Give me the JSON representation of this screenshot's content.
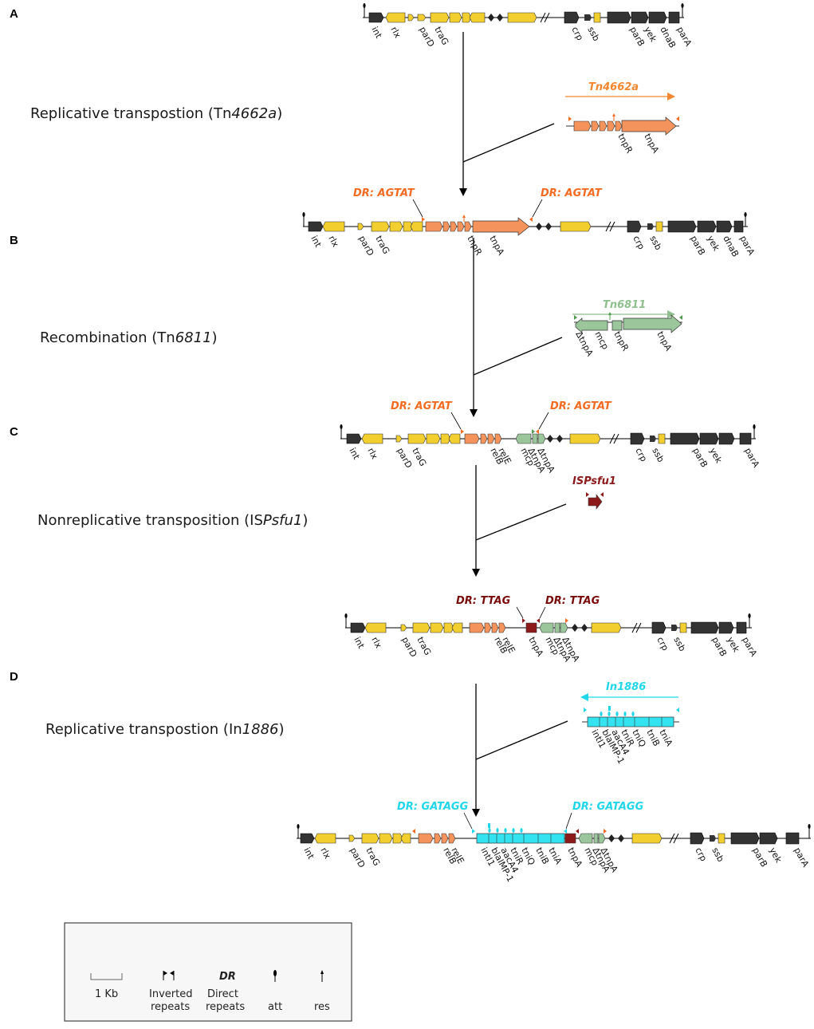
{
  "colors": {
    "backbone": "#2a2a2a",
    "yellow": "#f2cf2e",
    "orange": "#f4935b",
    "green": "#9bc59a",
    "darkred": "#8c1a1a",
    "cyan": "#33e3f0",
    "dr_orange": "#f26b21",
    "dr_darkred": "#7a0b0b",
    "dr_cyan": "#22d6ea",
    "tn4662a_title": "#f2872f",
    "tn6811_title": "#8fbf8e"
  },
  "panels": {
    "a": "A",
    "b": "B",
    "c": "C",
    "d": "D"
  },
  "steps": {
    "s1_prefix": "Replicative transpostion (Tn",
    "s1_italic": "4662a",
    "s1_suffix": ")",
    "s2_prefix": "Recombination (Tn",
    "s2_italic": "6811",
    "s2_suffix": ")",
    "s3_prefix": "Nonreplicative transposition (IS",
    "s3_italic": "Psfu1",
    "s3_suffix": ")",
    "s4_prefix": "Replicative transpostion (In",
    "s4_italic": "1886",
    "s4_suffix": ")"
  },
  "elements": {
    "tn4662a": "Tn4662a",
    "tn6811": "Tn6811",
    "ispsfu1": "ISPsfu1",
    "in1886": "In1886"
  },
  "dr": {
    "agtat": "DR: AGTAT",
    "ttag": "DR: TTAG",
    "gatagg": "DR: GATAGG"
  },
  "genes": {
    "int": "int",
    "rlx": "rlx",
    "parD": "parD",
    "traG": "traG",
    "crp": "crp",
    "ssb": "ssb",
    "parB": "parB",
    "yek": "yek",
    "dnaB": "dnaB",
    "parA": "parA",
    "tnpR": "tnpR",
    "tnpA": "tnpA",
    "relE": "relE",
    "relB": "relB",
    "mcp": "mcp",
    "dtnpA": "ΔtnpA",
    "intI1": "intI1",
    "blaIMP1": "blaIMP-1",
    "aacA4": "aacA4",
    "tniR": "tniR",
    "tniQ": "tniQ",
    "tniB": "tniB",
    "tniA": "tniA"
  },
  "legend": {
    "scale": "1 Kb",
    "ir1": "Inverted",
    "ir2": "repeats",
    "dr_abbr": "DR",
    "dr1": "Direct",
    "dr2": "repeats",
    "att": "att",
    "res": "res"
  }
}
